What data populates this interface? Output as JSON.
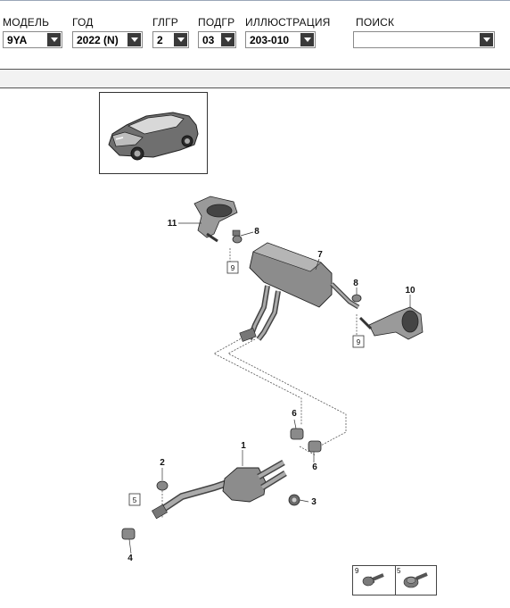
{
  "filters": [
    {
      "label": "МОДЕЛЬ",
      "value": "9YA"
    },
    {
      "label": "ГОД",
      "value": "2022 (N)"
    },
    {
      "label": "ГЛГР",
      "value": "2"
    },
    {
      "label": "ПОДГР",
      "value": "03"
    },
    {
      "label": "ИЛЛЮСТРАЦИЯ",
      "value": "203-010"
    },
    {
      "label": "ПОИСК",
      "value": ""
    }
  ],
  "diagram": {
    "callouts": [
      "1",
      "2",
      "3",
      "4",
      "5",
      "6",
      "6",
      "7",
      "8",
      "8",
      "9",
      "9",
      "10",
      "11"
    ],
    "legend": [
      "9",
      "5"
    ]
  }
}
